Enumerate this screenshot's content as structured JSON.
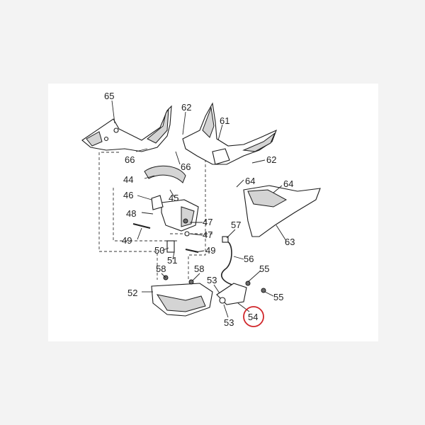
{
  "labels": {
    "p65": "65",
    "p62a": "62",
    "p61": "61",
    "p66a": "66",
    "p66b": "66",
    "p62b": "62",
    "p44": "44",
    "p64a": "64",
    "p64b": "64",
    "p45": "45",
    "p46": "46",
    "p48": "48",
    "p47a": "47",
    "p47b": "47",
    "p57": "57",
    "p63": "63",
    "p49a": "49",
    "p50": "50",
    "p49b": "49",
    "p51": "51",
    "p56": "56",
    "p58a": "58",
    "p58b": "58",
    "p55a": "55",
    "p52": "52",
    "p53a": "53",
    "p55b": "55",
    "p54": "54",
    "p53b": "53"
  },
  "highlight": {
    "part": "54",
    "color": "#d0262a"
  }
}
